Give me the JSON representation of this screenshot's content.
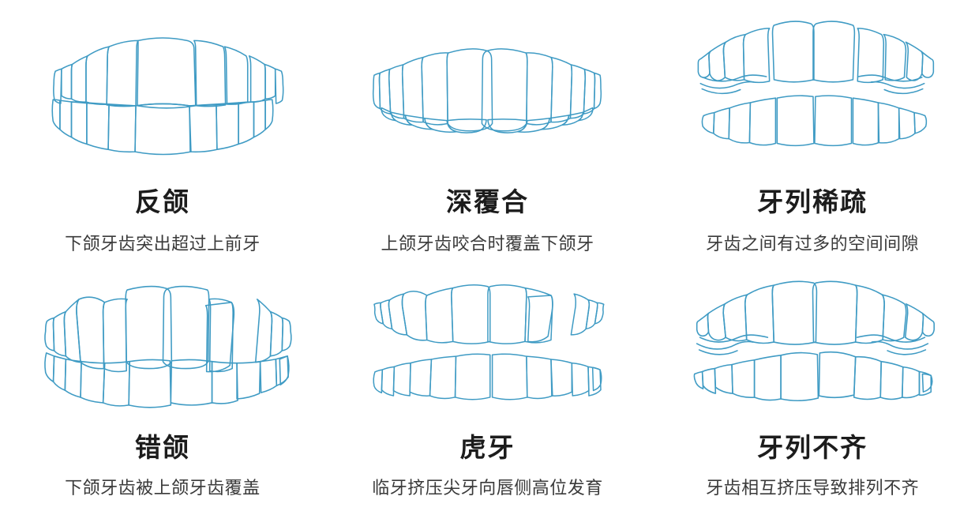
{
  "page": {
    "background_color": "#ffffff",
    "stroke_color": "#3f9bc4",
    "title_color": "#1c1c1c",
    "desc_color": "#3a3a3a"
  },
  "items": [
    {
      "id": "underbite",
      "title": "反颌",
      "desc": "下颌牙齿突出超过上前牙",
      "illustration": "teeth-underbite-illustration"
    },
    {
      "id": "deep-overbite",
      "title": "深覆合",
      "desc": "上颌牙齿咬合时覆盖下颌牙",
      "illustration": "teeth-deep-overbite-illustration"
    },
    {
      "id": "spacing",
      "title": "牙列稀疏",
      "desc": "牙齿之间有过多的空间间隙",
      "illustration": "teeth-spacing-illustration"
    },
    {
      "id": "malocclusion",
      "title": "错颌",
      "desc": "下颌牙齿被上颌牙齿覆盖",
      "illustration": "teeth-malocclusion-illustration"
    },
    {
      "id": "canine",
      "title": "虎牙",
      "desc": "临牙挤压尖牙向唇侧高位发育",
      "illustration": "teeth-canine-illustration"
    },
    {
      "id": "crowding",
      "title": "牙列不齐",
      "desc": "牙齿相互挤压导致排列不齐",
      "illustration": "teeth-crowding-illustration"
    }
  ]
}
